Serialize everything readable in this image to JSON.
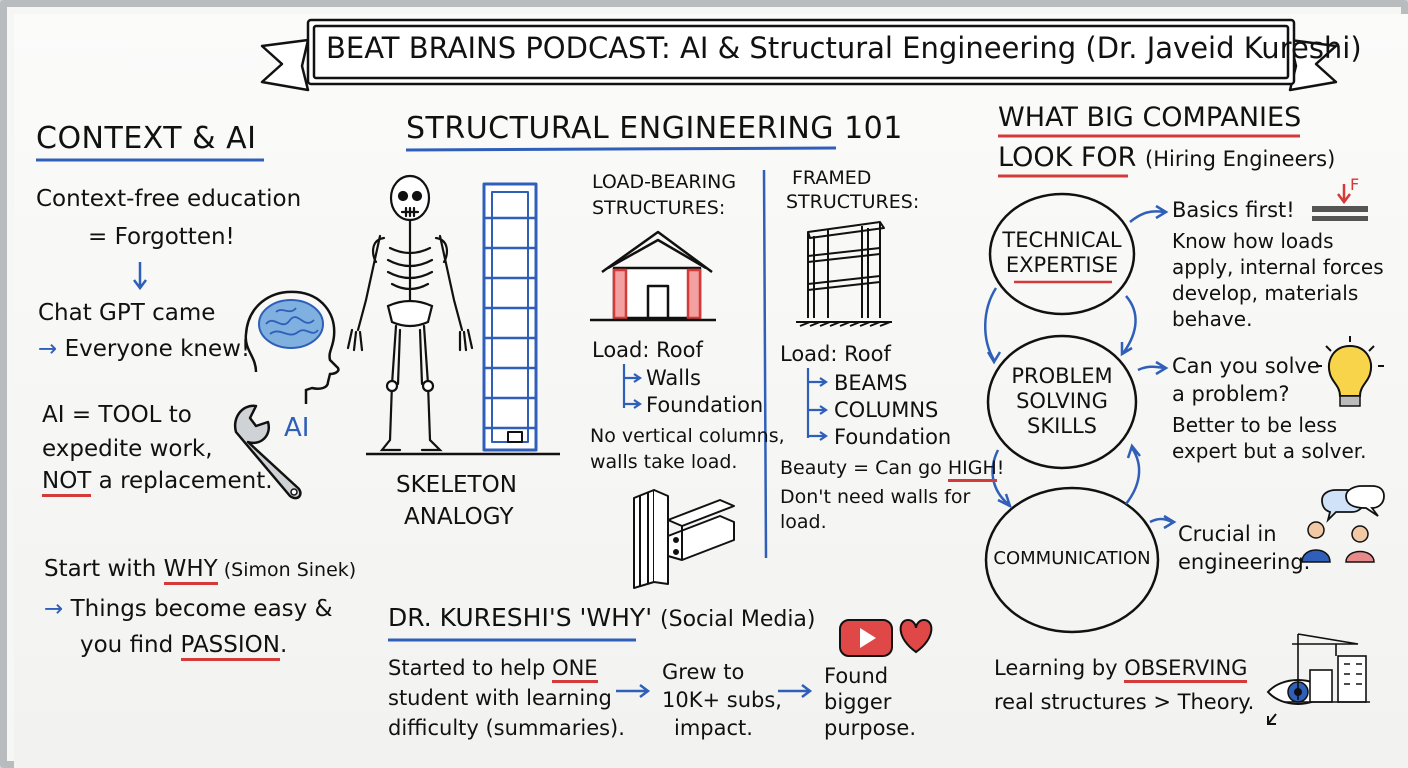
{
  "title": "BEAT BRAINS PODCAST: AI & Structural Engineering (Dr. Javeid Kureshi)",
  "context": {
    "heading": "CONTEXT & AI",
    "line1": "Context-free education",
    "line2": "= Forgotten!",
    "chat1": "Chat GPT came",
    "chat2": "Everyone knew!",
    "ai1": "AI = TOOL to",
    "ai2": "expedite work,",
    "ai3_not": "NOT",
    "ai3_rest": " a replacement.",
    "ai_label": "AI",
    "why_pre": "Start with ",
    "why_word": "WHY",
    "why_post": " (Simon Sinek)",
    "easy1": "Things become easy &",
    "easy2_pre": "you find ",
    "easy2_word": "PASSION",
    "easy2_post": "."
  },
  "structural": {
    "heading": "STRUCTURAL ENGINEERING 101",
    "skeleton1": "SKELETON",
    "skeleton2": "ANALOGY",
    "lb_title1": "LOAD-BEARING",
    "lb_title2": "STRUCTURES:",
    "lb_load": "Load: Roof",
    "lb_walls": "Walls",
    "lb_foundation": "Foundation",
    "lb_note1": "No vertical columns,",
    "lb_note2": "walls take load.",
    "fr_title1": "FRAMED",
    "fr_title2": "STRUCTURES:",
    "fr_load": "Load: Roof",
    "fr_beams": "BEAMS",
    "fr_columns": "COLUMNS",
    "fr_foundation": "Foundation",
    "fr_note1_pre": "Beauty = Can go ",
    "fr_note1_word": "HIGH",
    "fr_note1_post": "!",
    "fr_note2": "Don't need walls for",
    "fr_note3": "load."
  },
  "why": {
    "heading": "DR. KURESHI'S 'WHY'",
    "sub": "(Social Media)",
    "c1a_pre": "Started to help ",
    "c1a_word": "ONE",
    "c1b": "student with learning",
    "c1c": "difficulty (summaries).",
    "c2a": "Grew to",
    "c2b": "10K+ subs,",
    "c2c": "impact.",
    "c3a": "Found",
    "c3b": "bigger",
    "c3c": "purpose."
  },
  "companies": {
    "heading1": "WHAT BIG COMPANIES",
    "heading2": "LOOK FOR",
    "heading2_sub": "(Hiring Engineers)",
    "technical1": "TECHNICAL",
    "technical2": "EXPERTISE",
    "problem1": "PROBLEM",
    "problem2": "SOLVING",
    "problem3": "SKILLS",
    "communication": "COMMUNICATION",
    "basics": "Basics first!",
    "force_label": "F",
    "know1": "Know how loads",
    "know2": "apply, internal forces",
    "know3": "develop, materials",
    "know4": "behave.",
    "solve1": "Can you solve",
    "solve2": "a problem?",
    "solve3": "Better to be less",
    "solve4": "expert but a solver.",
    "crucial1": "Crucial in",
    "crucial2": "engineering.",
    "observe1_pre": "Learning by ",
    "observe1_word": "OBSERVING",
    "observe2": "real structures > Theory."
  },
  "icons": {
    "brain": "brain-head-icon",
    "wrench": "wrench-icon",
    "skeleton": "skeleton-icon",
    "ladder": "ladder-column-icon",
    "house": "house-icon",
    "frame": "frame-structure-icon",
    "ibeam": "i-beam-icon",
    "youtube": "youtube-icon",
    "heart": "heart-icon",
    "bulb": "lightbulb-icon",
    "people": "people-talking-icon",
    "eye": "eye-icon",
    "crane": "crane-building-icon"
  },
  "colors": {
    "blue": "#2f5fb8",
    "red": "#d43a3a",
    "ink": "#111111"
  }
}
